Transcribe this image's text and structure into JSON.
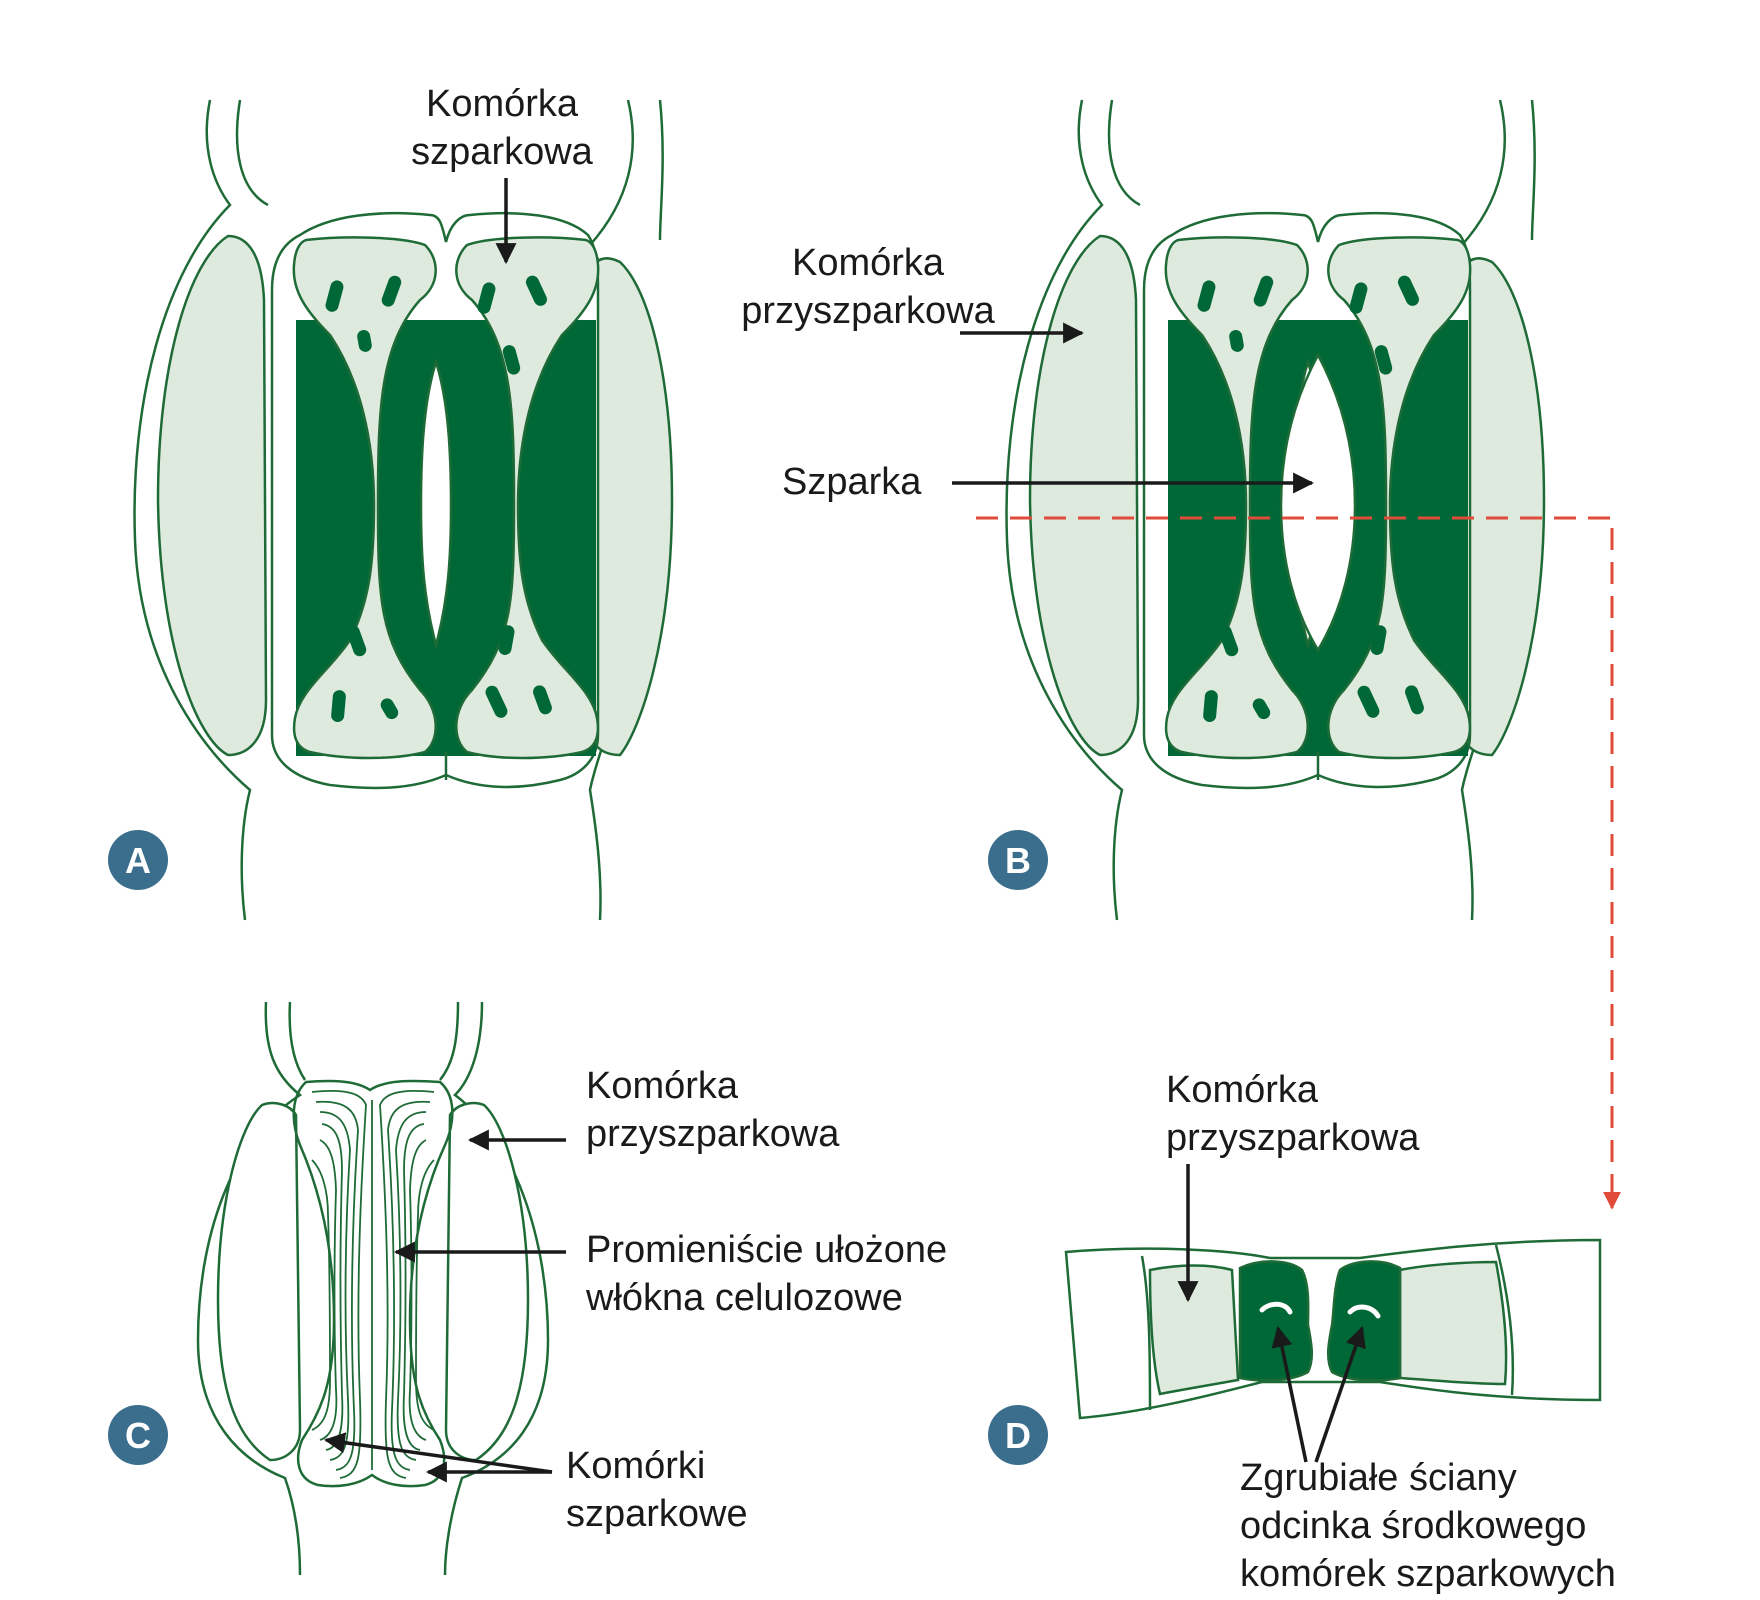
{
  "colors": {
    "dark_green": "#006837",
    "outline_green": "#1f6b37",
    "pale_green": "#dfeadf",
    "badge_blue": "#3a6e8c",
    "cut_line_red": "#e04b3a",
    "arrow_black": "#1a1a1a"
  },
  "panels": {
    "a": {
      "badge": "A",
      "label_guard_line1": "Komórka",
      "label_guard_line2": "szparkowa"
    },
    "b": {
      "badge": "B",
      "label_subsidiary_line1": "Komórka",
      "label_subsidiary_line2": "przyszparkowa",
      "label_stoma": "Szparka"
    },
    "c": {
      "badge": "C",
      "label_subsidiary_line1": "Komórka",
      "label_subsidiary_line2": "przyszparkowa",
      "label_fibers_line1": "Promieniście ułożone",
      "label_fibers_line2": "włókna celulozowe",
      "label_guard_line1": "Komórki",
      "label_guard_line2": "szparkowe"
    },
    "d": {
      "badge": "D",
      "label_subsidiary_line1": "Komórka",
      "label_subsidiary_line2": "przyszparkowa",
      "label_walls_line1": "Zgrubiałe ściany",
      "label_walls_line2": "odcinka środkowego",
      "label_walls_line3": "komórek szparkowych"
    }
  }
}
